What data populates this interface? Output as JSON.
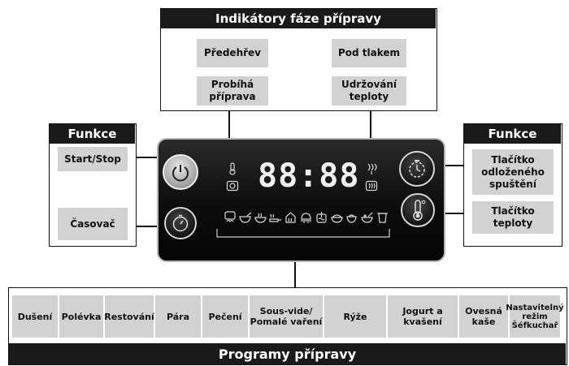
{
  "phase": {
    "title": "Indikátory fáze přípravy",
    "labels": [
      "Předehřev",
      "Pod tlakem",
      "Probíhá příprava",
      "Udržování teploty"
    ]
  },
  "left_functions": {
    "title": "Funkce",
    "items": [
      "Start/Stop",
      "Časovač"
    ]
  },
  "right_functions": {
    "title": "Funkce",
    "items": [
      "Tlačítko odloženého spuštění",
      "Tlačítko teploty"
    ]
  },
  "display": {
    "time": "88:88"
  },
  "programs": {
    "title": "Programy přípravy",
    "items": [
      "Dušení",
      "Polévka",
      "Restování",
      "Pára",
      "Pečení",
      "Sous-vide/ Pomalé vaření",
      "Rýže",
      "Jogurt a kvašení",
      "Ovesná kaše",
      "Nastavitelný režim Šéfkuchař"
    ]
  },
  "icons": {
    "panel_left": [
      "thermometer-indicator-icon",
      "pressure-indicator-icon"
    ],
    "panel_right": [
      "steam-indicator-icon",
      "keep-warm-indicator-icon"
    ],
    "buttons": [
      "power-icon",
      "stopwatch-icon",
      "delay-timer-icon",
      "thermometer-icon"
    ],
    "program_icons": [
      "chef-mode-icon",
      "stew-icon",
      "soup-icon",
      "sear-icon",
      "steam-icon",
      "bake-icon",
      "sous-vide-icon",
      "rice-icon",
      "yogurt-icon",
      "porridge-icon",
      "pot-icon"
    ]
  }
}
